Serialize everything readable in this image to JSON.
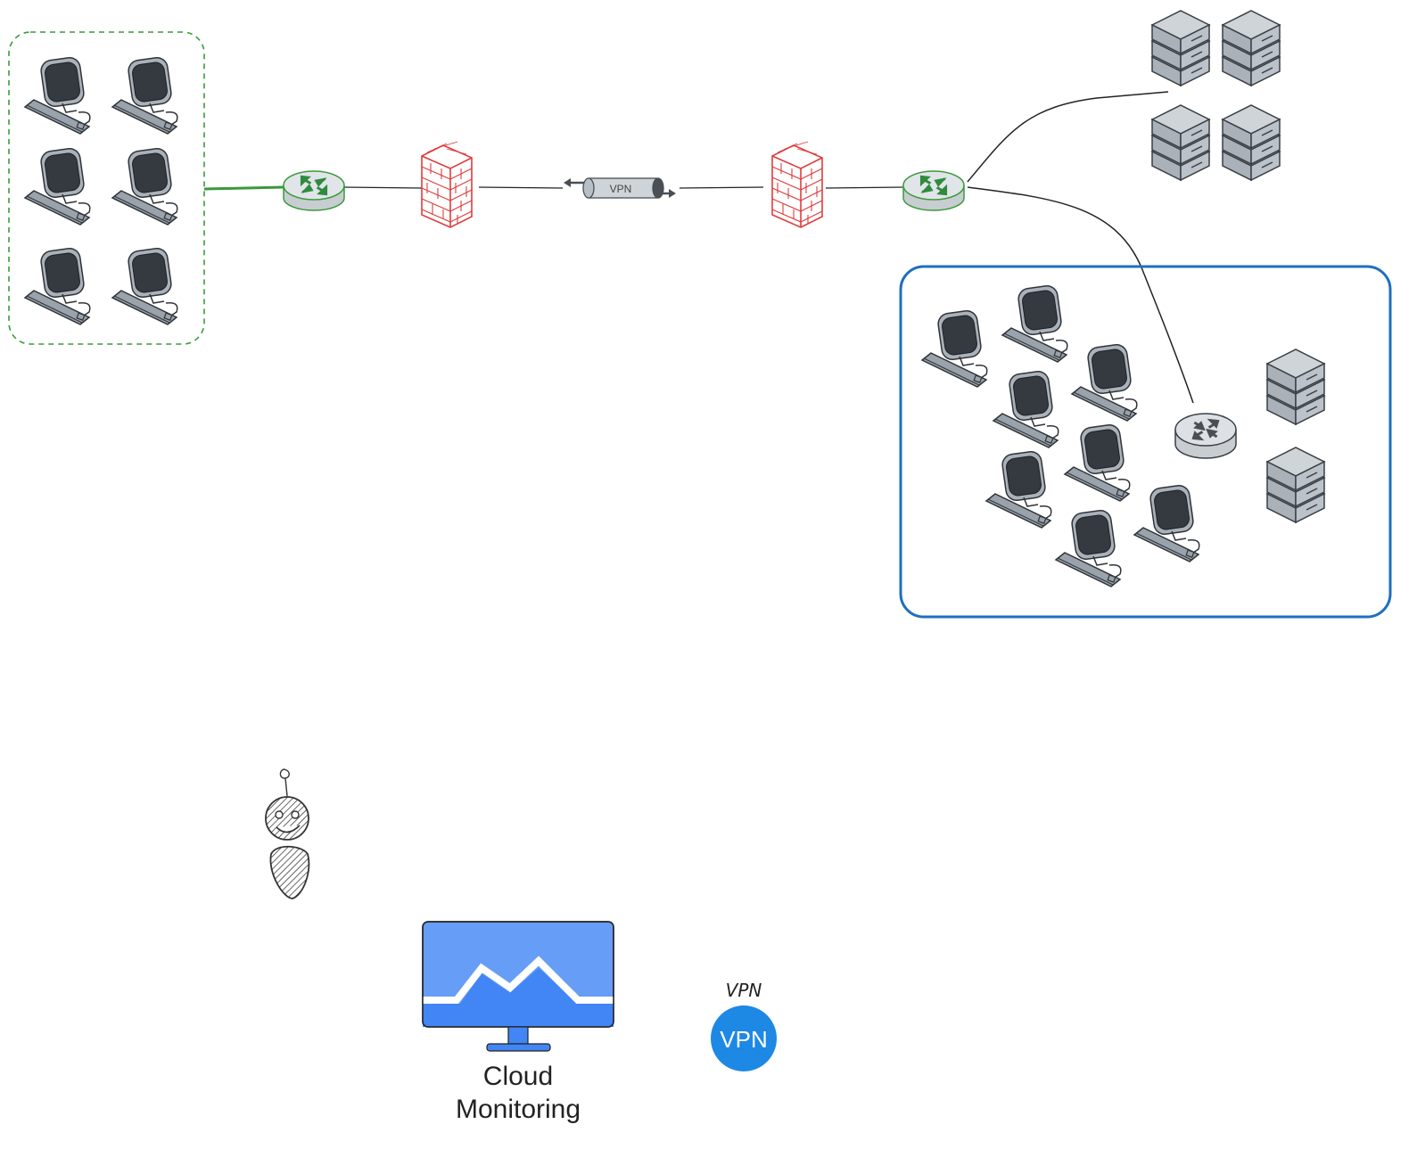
{
  "tunnel": {
    "label": "VPN"
  },
  "monitoring": {
    "label_line1": "Cloud",
    "label_line2": "Monitoring",
    "icon": "cloud-monitoring-icon"
  },
  "vpn_badge": {
    "label": "VPN",
    "caption": "VPN",
    "icon": "vpn-badge-icon"
  },
  "colors": {
    "local_group_border": "#3a9a3a",
    "remote_group_border": "#1f6fbf",
    "firewall": "#e03c3c",
    "router_green_arrow": "#2e8b3e",
    "router_grey_arrow": "#4a4f55",
    "monitor_blue": "#4285f4",
    "vpn_badge": "#1e88e5"
  },
  "icons": {
    "workstation": "workstation-icon",
    "server": "server-stack-icon",
    "router": "router-icon",
    "firewall": "firewall-icon",
    "person": "person-sketch-icon"
  }
}
